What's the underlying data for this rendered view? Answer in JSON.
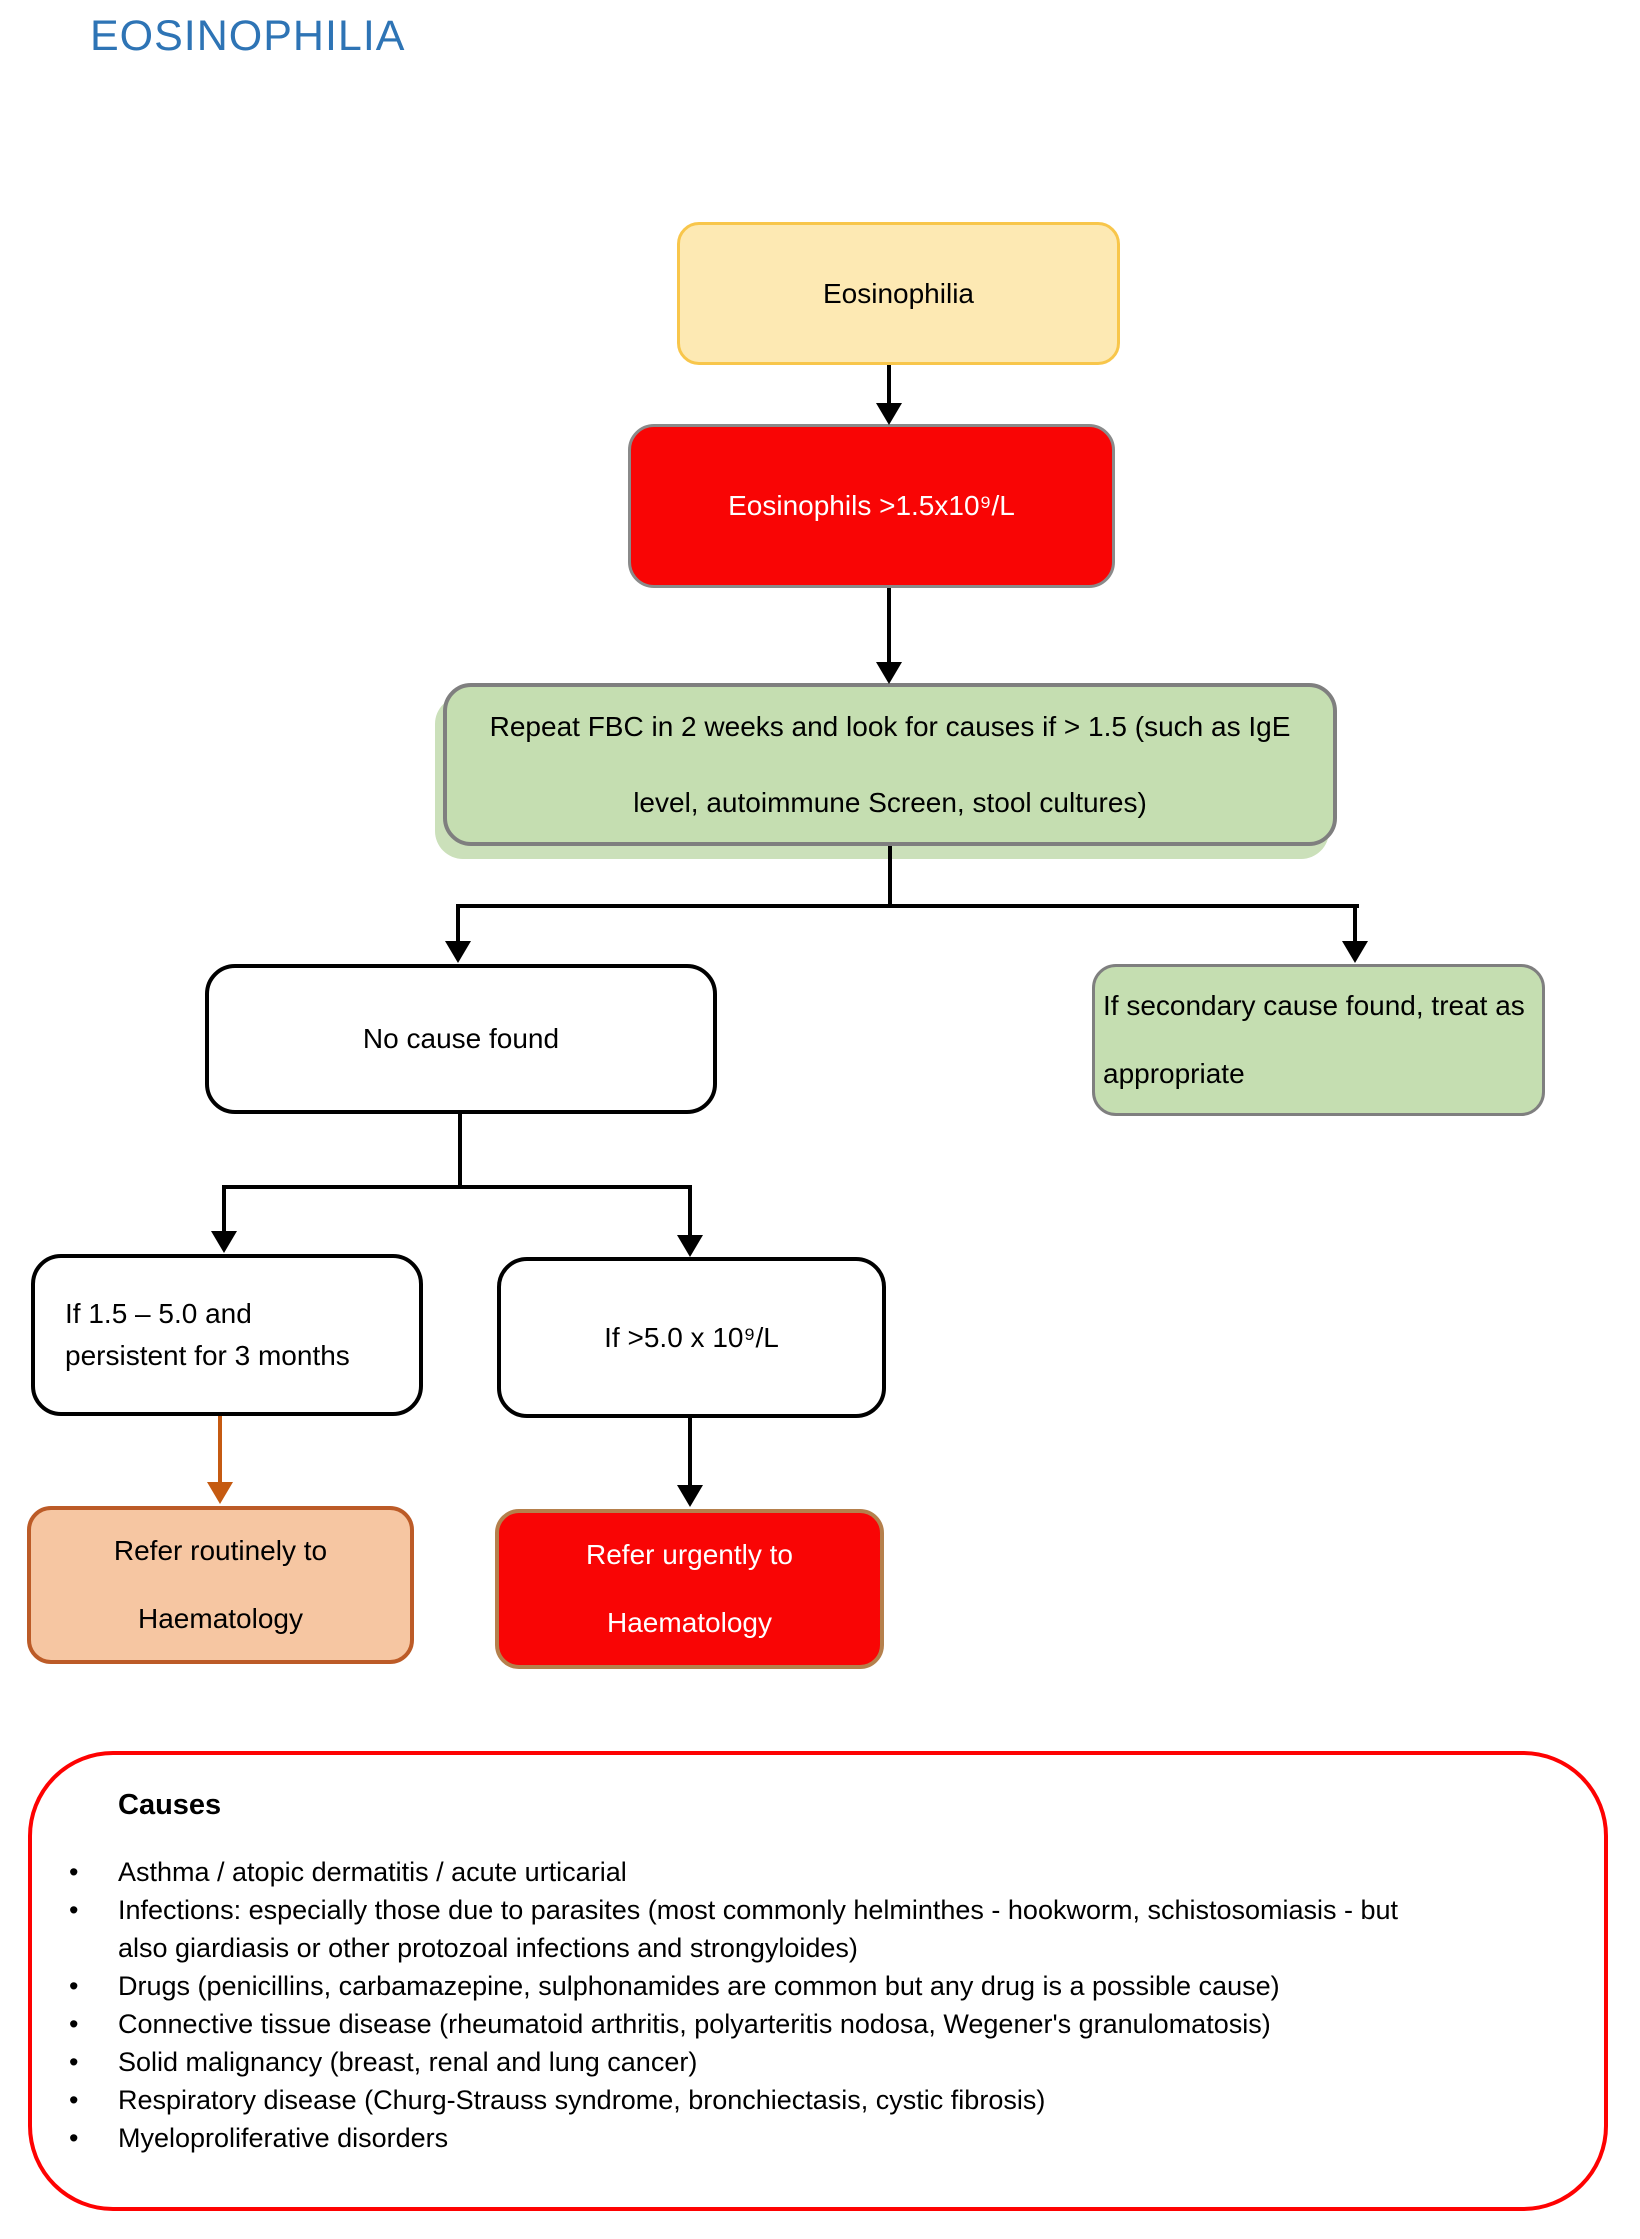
{
  "page": {
    "title": "EOSINOPHILIA"
  },
  "colors": {
    "title_blue": "#2E74B5",
    "start_fill": "#FDE9B3",
    "start_border": "#F8C64B",
    "alert_red_fill": "#F90505",
    "gray_border": "#7F7F7F",
    "green_fill": "#C5DEB1",
    "routine_fill": "#F6C6A2",
    "routine_border": "#BC5B27",
    "urgent_border": "#B5804C",
    "causes_border_red": "#FE0202",
    "connector_black": "#000000",
    "connector_orange": "#C55A11"
  },
  "nodes": {
    "start": {
      "label": "Eosinophilia"
    },
    "threshold": {
      "label": "Eosinophils >1.5x10⁹/L"
    },
    "repeat_fbc": {
      "lines": [
        "Repeat FBC in 2 weeks and look for causes if > 1.5 (such as IgE",
        "level, autoimmune Screen, stool cultures)"
      ]
    },
    "no_cause": {
      "label": "No cause found"
    },
    "secondary_cause": {
      "lines": [
        "If secondary cause found, treat as",
        "appropriate"
      ]
    },
    "persistent": {
      "lines": [
        "If 1.5 – 5.0 and",
        "persistent for 3 months"
      ]
    },
    "over_five": {
      "label": "If >5.0 x 10⁹/L"
    },
    "refer_routine": {
      "lines": [
        "Refer routinely to",
        "Haematology"
      ]
    },
    "refer_urgent": {
      "lines": [
        "Refer urgently to",
        "Haematology"
      ]
    }
  },
  "causes": {
    "heading": "Causes",
    "bullet": "•",
    "items": [
      "Asthma / atopic dermatitis / acute urticarial",
      "Infections: especially those due to parasites (most commonly helminthes - hookworm, schistosomiasis - but also giardiasis or other protozoal infections and strongyloides)",
      "Drugs (penicillins, carbamazepine, sulphonamides are common but any drug is a possible cause)",
      "Connective tissue disease (rheumatoid arthritis, polyarteritis nodosa, Wegener's granulomatosis)",
      "Solid malignancy (breast, renal and lung cancer)",
      "Respiratory disease (Churg-Strauss syndrome, bronchiectasis, cystic fibrosis)",
      "Myeloproliferative disorders"
    ]
  }
}
